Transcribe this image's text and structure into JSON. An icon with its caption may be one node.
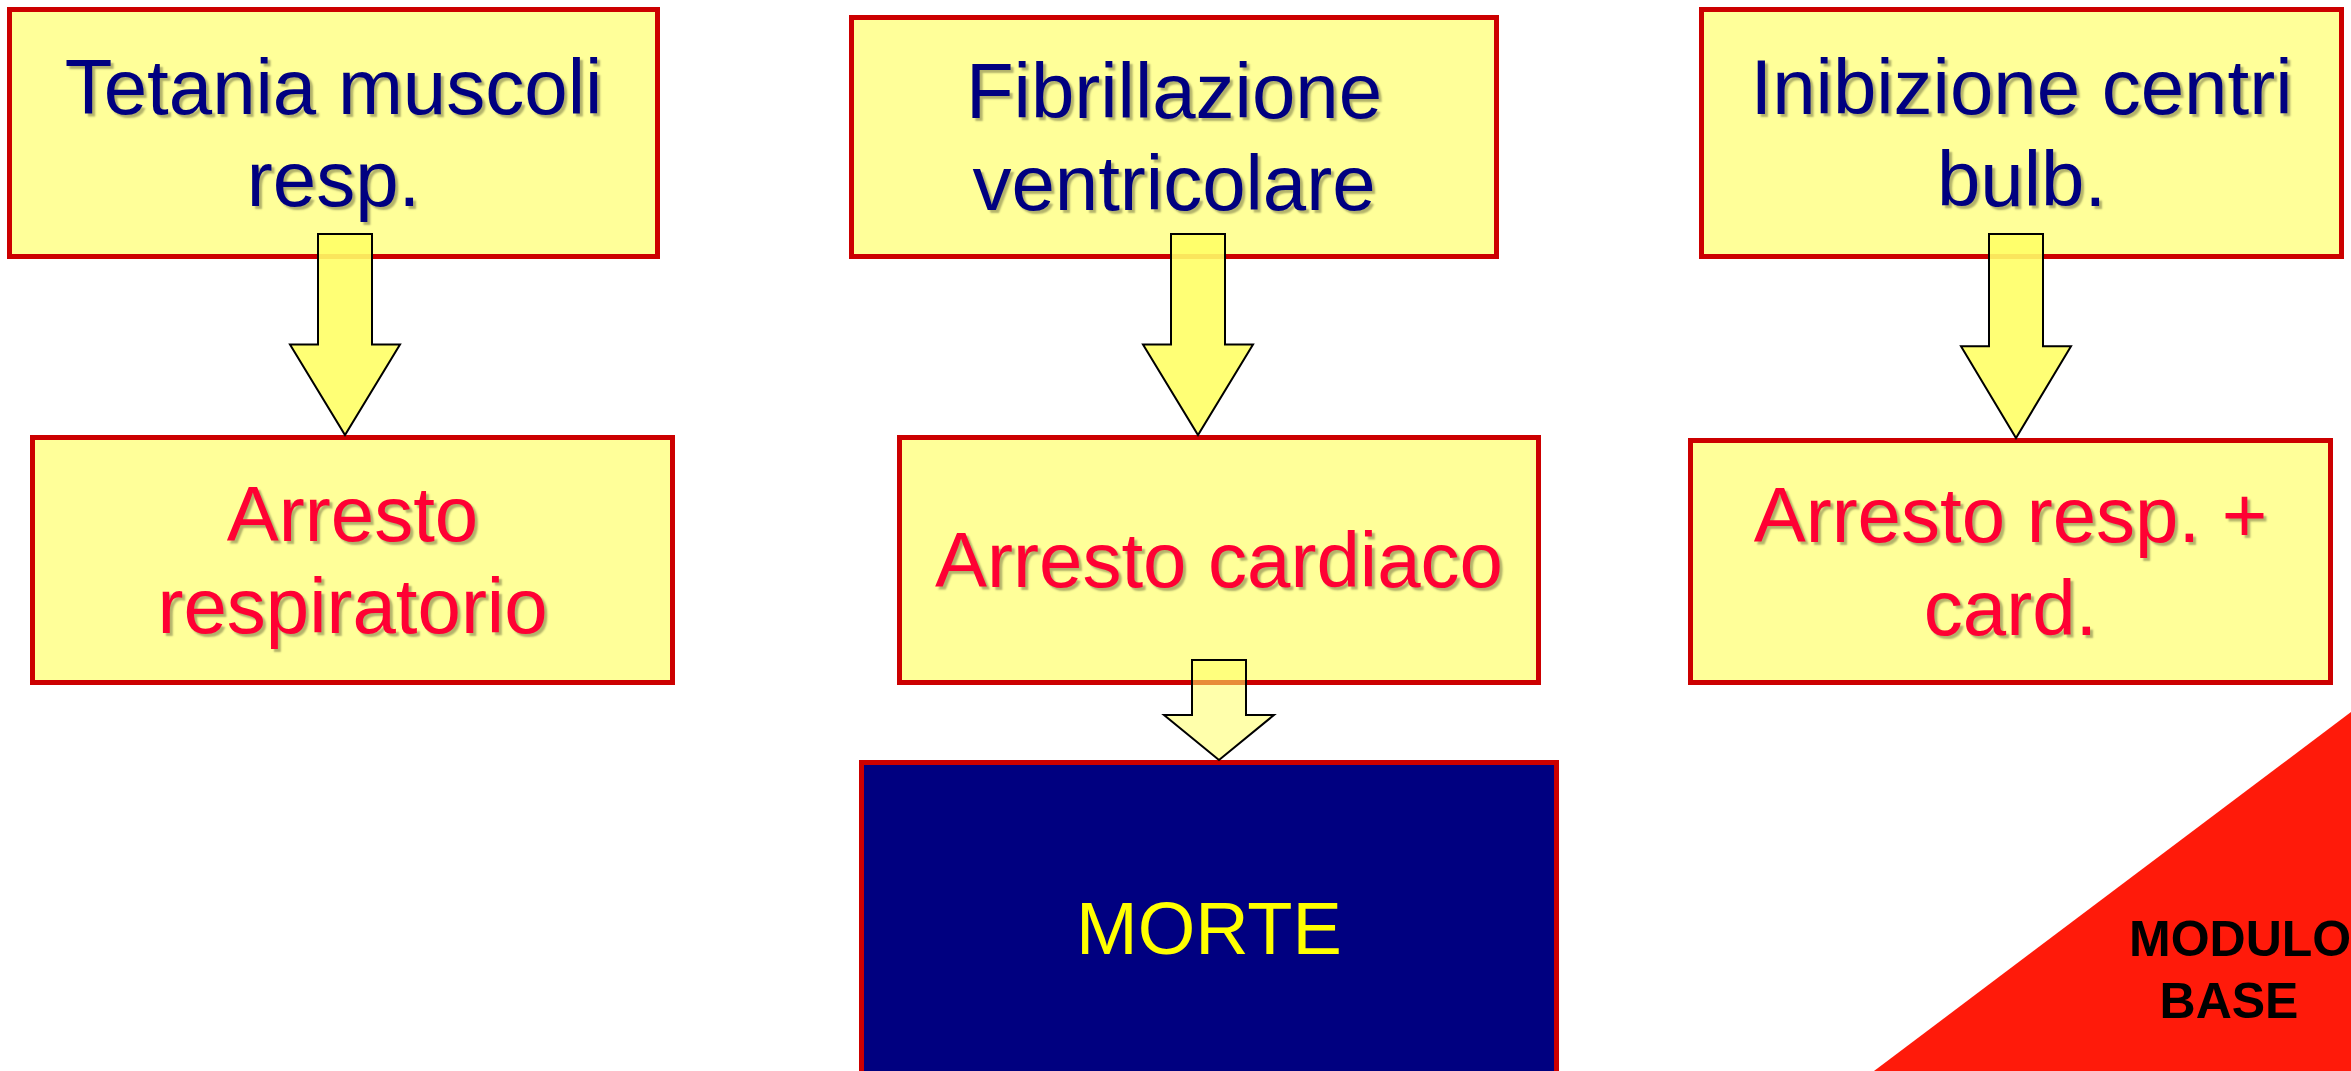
{
  "diagram": {
    "nodes": [
      {
        "text": [
          "Tetania muscoli resp."
        ]
      },
      {
        "text": [
          "Fibrillazione ventricolare"
        ]
      },
      {
        "text": [
          "Inibizione centri bulb."
        ]
      },
      {
        "text": [
          "Arresto respiratorio"
        ]
      },
      {
        "text": [
          "Arresto cardiaco"
        ]
      },
      {
        "text": [
          "Arresto resp. + card."
        ]
      },
      {
        "text": [
          "MORTE"
        ]
      }
    ],
    "edges": [
      {
        "from": 0,
        "to": 3,
        "arrow": "to"
      },
      {
        "from": 1,
        "to": 4,
        "arrow": "to"
      },
      {
        "from": 2,
        "to": 5,
        "arrow": "to"
      },
      {
        "from": 4,
        "to": 6,
        "arrow": "to"
      }
    ],
    "labels": [
      "MODULO",
      "BASE"
    ]
  }
}
